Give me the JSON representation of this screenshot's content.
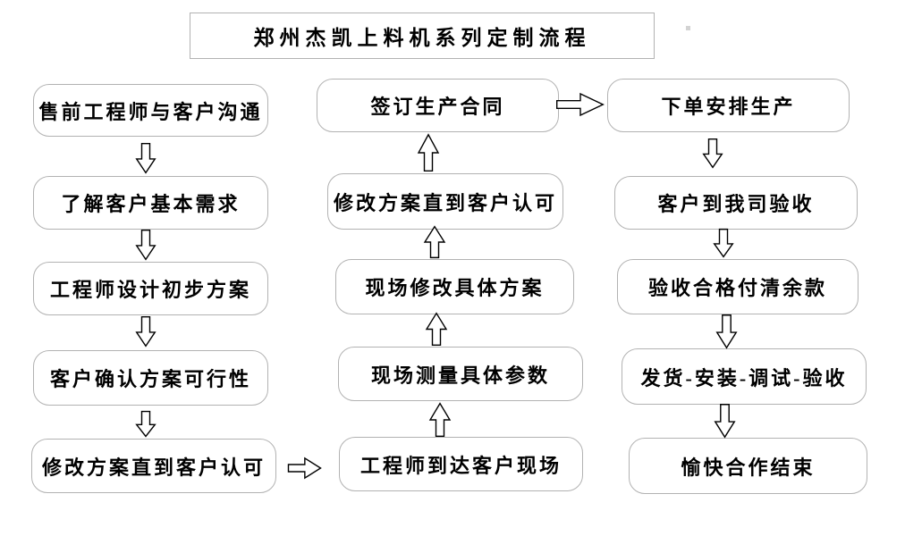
{
  "title": "郑州杰凯上料机系列定制流程",
  "flow": {
    "left_column": [
      "售前工程师与客户沟通",
      "了解客户基本需求",
      "工程师设计初步方案",
      "客户确认方案可行性",
      "修改方案直到客户认可"
    ],
    "middle_column": [
      "签订生产合同",
      "修改方案直到客户认可",
      "现场修改具体方案",
      "现场测量具体参数",
      "工程师到达客户现场"
    ],
    "right_column": [
      "下单安排生产",
      "客户到我司验收",
      "验收合格付清余款",
      "发货-安装-调试-验收",
      "愉快合作结束"
    ]
  },
  "icons": {
    "down_arrow": "block-arrow-down-icon",
    "up_arrow": "block-arrow-up-icon",
    "right_arrow": "block-arrow-right-icon"
  },
  "colors": {
    "background": "#ffffff",
    "node_border": "#b2b2b2",
    "arrow_outline": "#000000",
    "text": "#000000"
  }
}
